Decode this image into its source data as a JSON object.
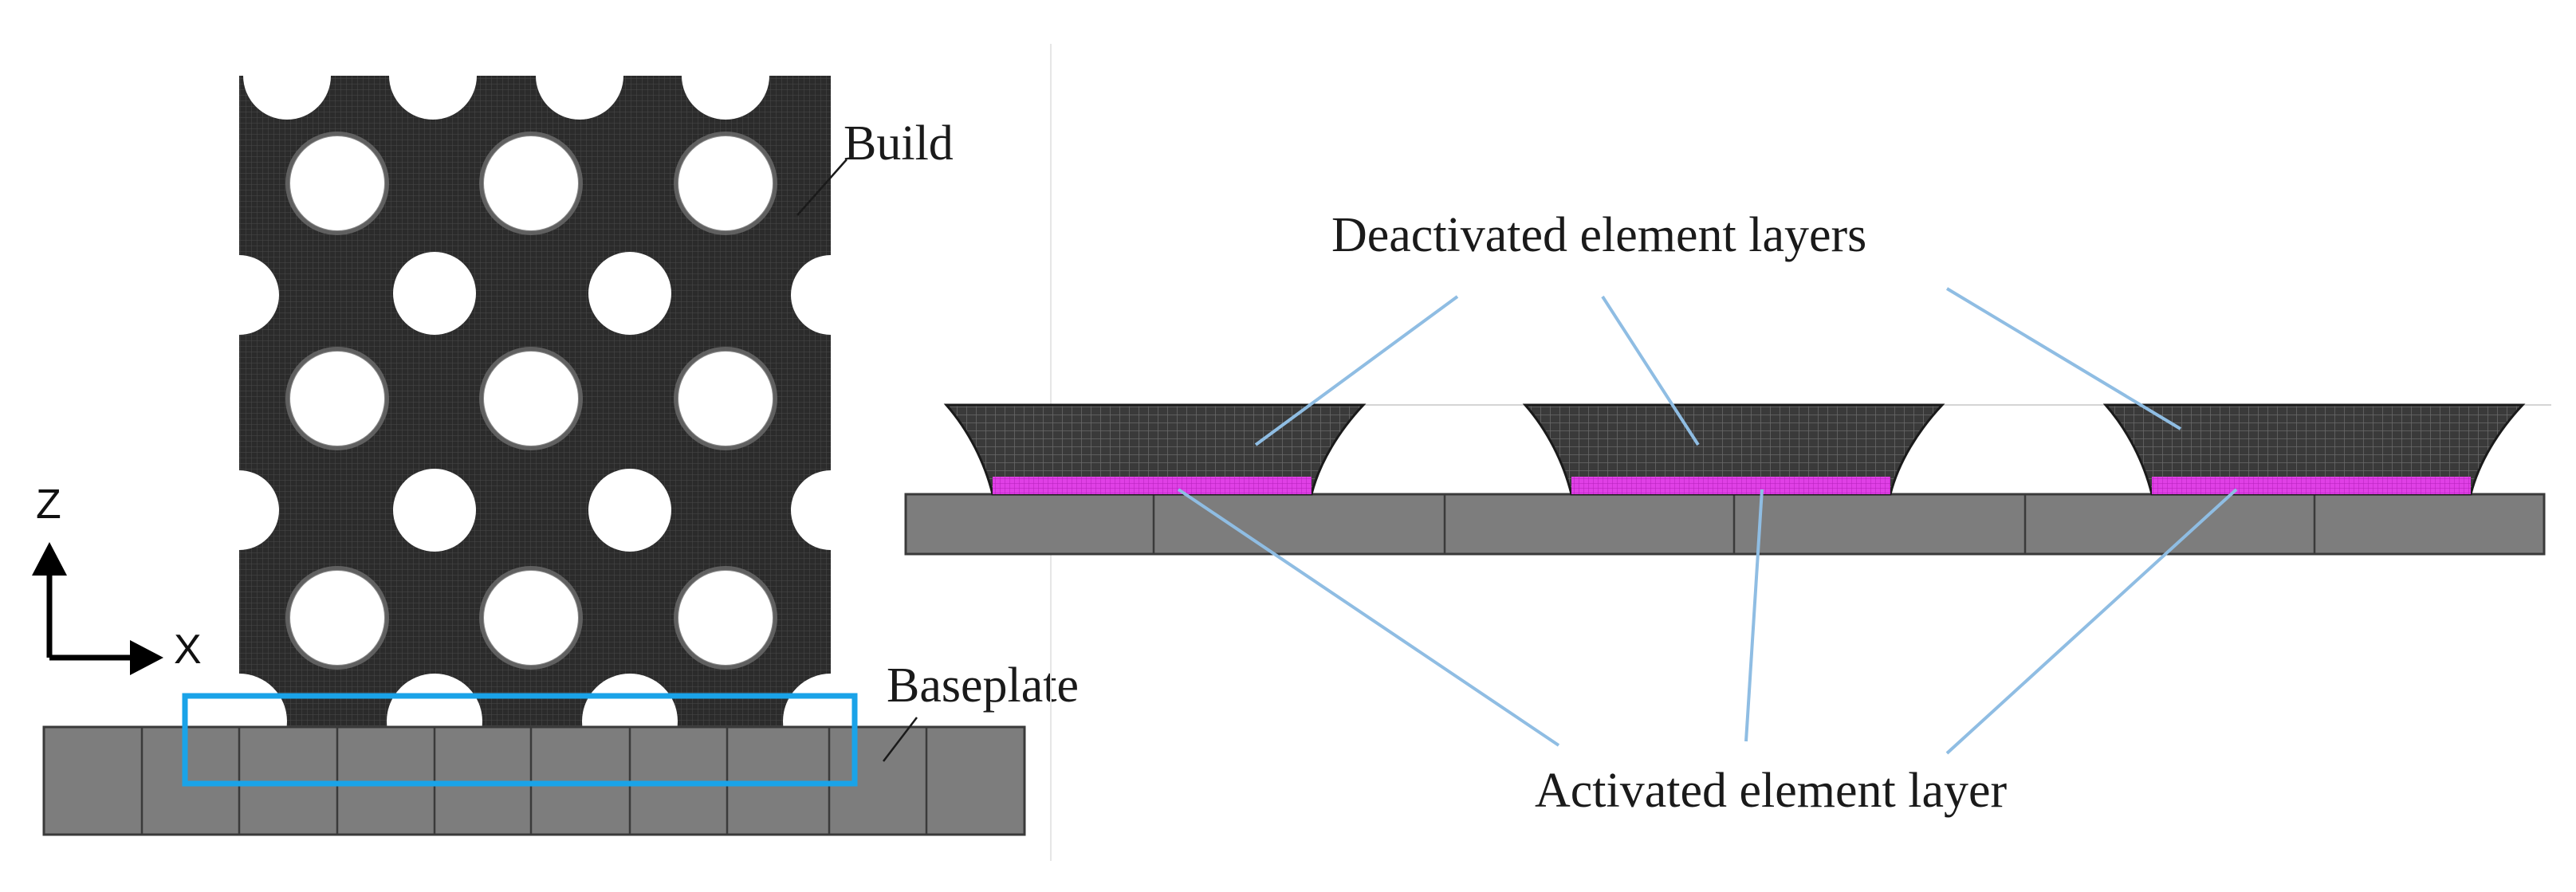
{
  "labels": {
    "build": "Build",
    "baseplate": "Baseplate",
    "deactivated": "Deactivated element layers",
    "activated": "Activated element layer"
  },
  "axes": {
    "vertical": "Z",
    "horizontal": "X"
  },
  "colors": {
    "mesh": "#2b2b2b",
    "plate": "#7d7d7d",
    "plate_edge": "#3a3a3a",
    "highlight_box": "#1aa3e8",
    "activated_layer": "#e040e6",
    "leader_line": "#8fbde3"
  }
}
